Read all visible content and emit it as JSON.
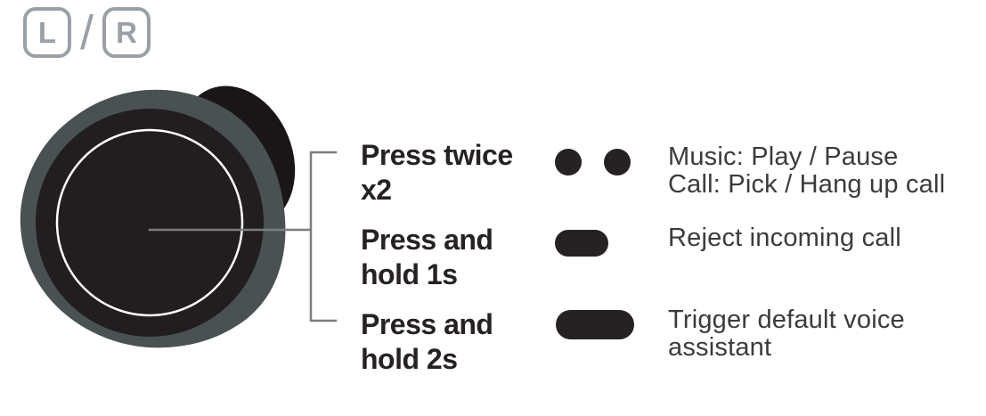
{
  "header": {
    "left_button": "L",
    "separator": "/",
    "right_button": "R"
  },
  "illustration": {
    "name": "earbud-touch-surface-callout",
    "colors": {
      "body": "#4a5152",
      "touch_surface": "#221e1f",
      "ear_tip": "#1a1516",
      "ring": "#ffffff",
      "connector": "#7b7d7f"
    }
  },
  "rows": [
    {
      "gesture_line1": "Press twice",
      "gesture_line2": "x2",
      "icon": "double-tap-dots-icon",
      "action_line1": "Music: Play / Pause",
      "action_line2": "Call: Pick / Hang up call"
    },
    {
      "gesture_line1": "Press and",
      "gesture_line2": "hold 1s",
      "icon": "hold-short-pill-icon",
      "action_line1": "Reject incoming call"
    },
    {
      "gesture_line1": "Press and",
      "gesture_line2": "hold 2s",
      "icon": "hold-long-pill-icon",
      "action_line1": "Trigger default voice",
      "action_line2": "assistant"
    }
  ],
  "text_colors": {
    "gesture_label": "#262223",
    "action_text": "#3b3a3c",
    "lr_badge": "#9aa0a5"
  }
}
